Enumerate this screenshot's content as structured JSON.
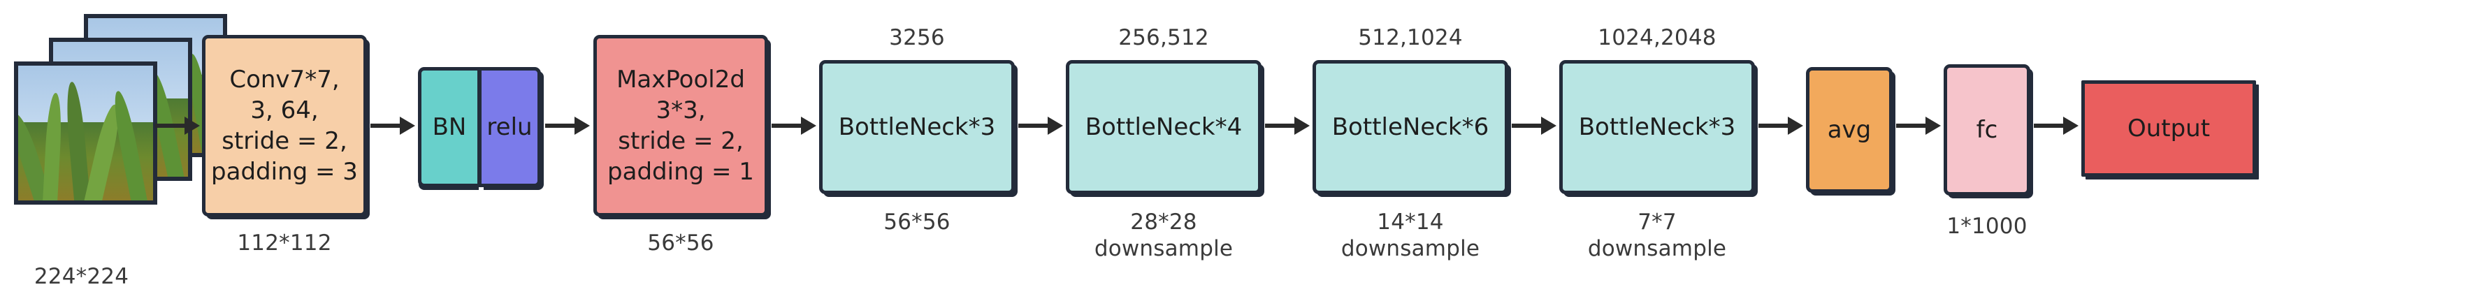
{
  "diagram": {
    "title": "ResNet-50 architecture pipeline",
    "type": "left-to-right neural network flowchart",
    "background_color": "#ffffff",
    "border_color": "#232b3a",
    "arrow_color": "#2a2a2a"
  },
  "input": {
    "name": "wheat-field-image-stack",
    "frames": 3,
    "caption": "224*224"
  },
  "blocks": [
    {
      "id": "conv",
      "label": "Conv7*7,\n3, 64,\nstride = 2,\npadding = 3",
      "caption_below": "112*112",
      "caption_above": "",
      "color": "#f7cfa8"
    },
    {
      "id": "bn",
      "label": "BN",
      "caption_below": "",
      "caption_above": "",
      "color": "#68d0cb"
    },
    {
      "id": "relu",
      "label": "relu",
      "caption_below": "",
      "caption_above": "",
      "color": "#7b7bea"
    },
    {
      "id": "maxpool",
      "label": "MaxPool2d\n3*3,\nstride = 2,\npadding = 1",
      "caption_below": "56*56",
      "caption_above": "",
      "color": "#f09391"
    },
    {
      "id": "bottleneck1",
      "label": "BottleNeck*3",
      "caption_above": "3256",
      "caption_below": "56*56",
      "color": "#b8e5e3"
    },
    {
      "id": "bottleneck2",
      "label": "BottleNeck*4",
      "caption_above": "256,512",
      "caption_below": "28*28\ndownsample",
      "color": "#b8e5e3"
    },
    {
      "id": "bottleneck3",
      "label": "BottleNeck*6",
      "caption_above": "512,1024",
      "caption_below": "14*14\ndownsample",
      "color": "#b8e5e3"
    },
    {
      "id": "bottleneck4",
      "label": "BottleNeck*3",
      "caption_above": "1024,2048",
      "caption_below": "7*7\ndownsample",
      "color": "#b8e5e3"
    },
    {
      "id": "avg",
      "label": "avg",
      "caption_above": "",
      "caption_below": "",
      "color": "#f2a95c"
    },
    {
      "id": "fc",
      "label": "fc",
      "caption_above": "",
      "caption_below": "1*1000",
      "color": "#f6c4cb"
    },
    {
      "id": "output",
      "label": "Output",
      "caption_above": "",
      "caption_below": "",
      "color": "#ea5e5e"
    }
  ]
}
